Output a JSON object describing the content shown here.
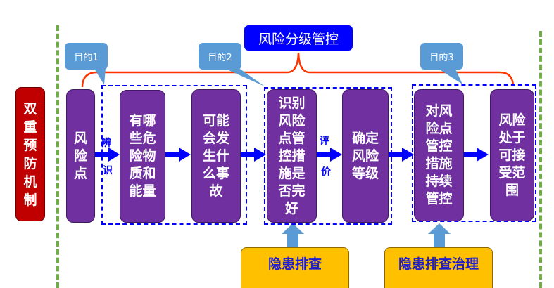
{
  "title": "风险分级管控",
  "mechanism": "双重预防机制",
  "bubbles": [
    "目的1",
    "目的2",
    "目的3"
  ],
  "steps": [
    {
      "id": "risk-point",
      "text": "风险点"
    },
    {
      "id": "hazards",
      "text": "有哪些危险物质和能量"
    },
    {
      "id": "accidents",
      "text": "可能会发生什么事故"
    },
    {
      "id": "identify-controls",
      "text": "识别风险点管控措施是否完好"
    },
    {
      "id": "risk-level",
      "text": "确定风险等级"
    },
    {
      "id": "continuous-control",
      "text": "对风险点管控措施持续管控"
    },
    {
      "id": "acceptable-range",
      "text": "风险处于可接受范围"
    }
  ],
  "arrow_labels": {
    "identify_top": "辨",
    "identify_bottom": "识",
    "evaluate_top": "评",
    "evaluate_bottom": "价"
  },
  "inputs": [
    "隐患排查",
    "隐患排查治理"
  ],
  "colors": {
    "step_fill": "#7030a0",
    "mechanism_fill": "#c00000",
    "title_fill": "#0000ff",
    "bubble_fill": "#5b9bd5",
    "input_fill": "#ffc000",
    "bracket_line": "#ff3300",
    "group_border": "#0000ff",
    "divider": "#70ad47"
  }
}
